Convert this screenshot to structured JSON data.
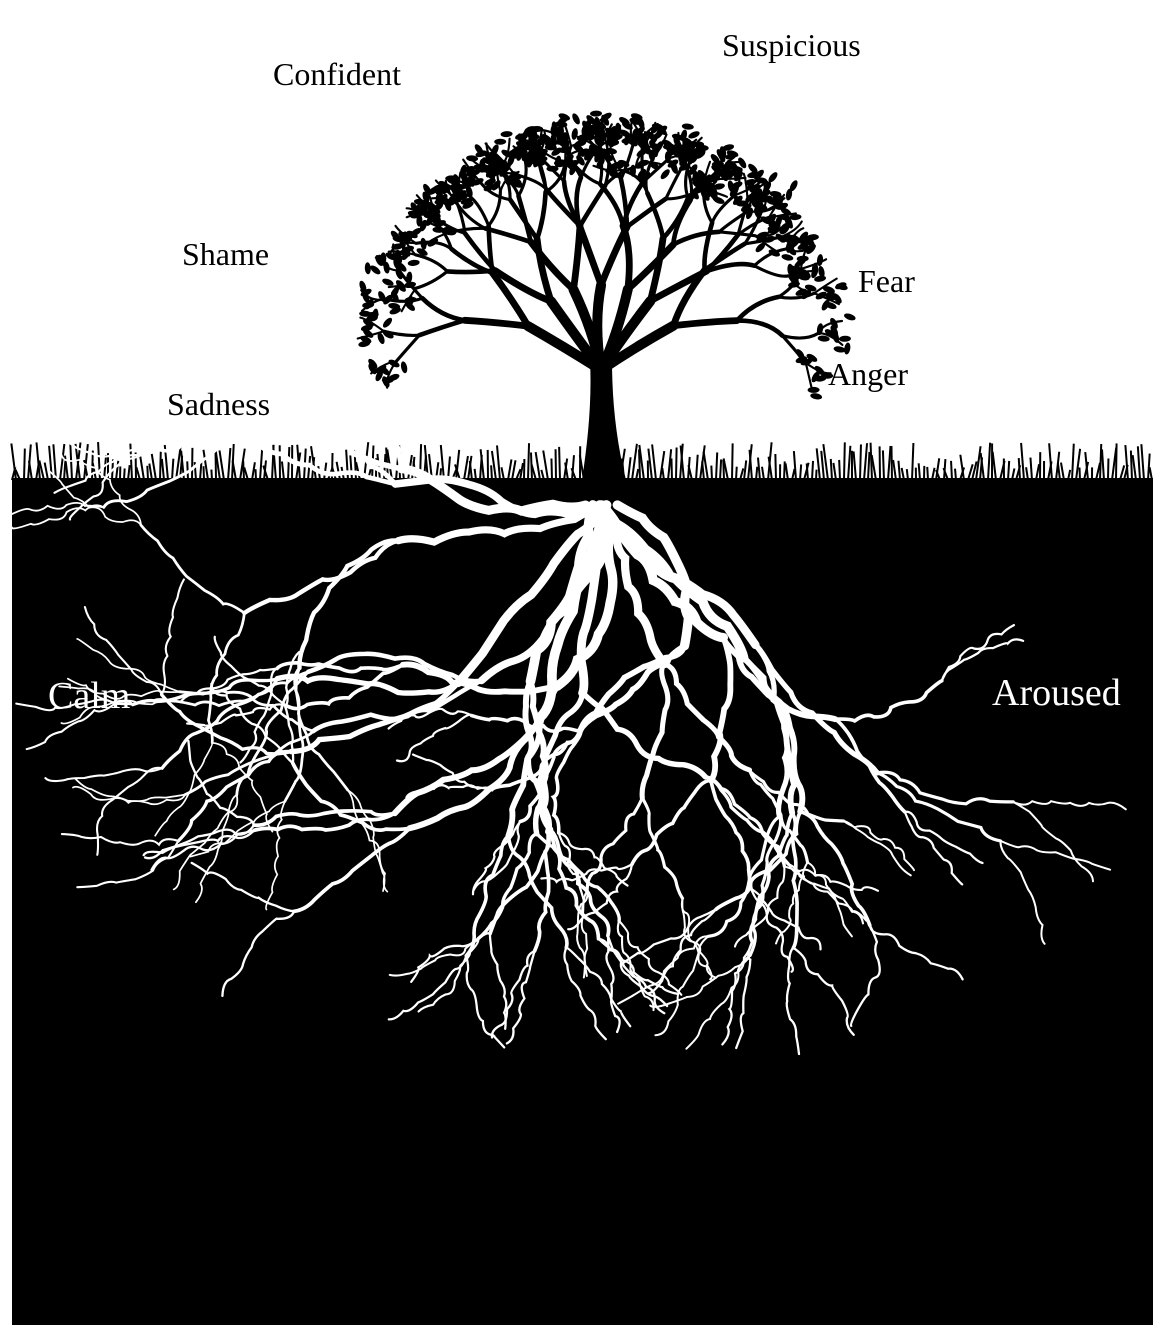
{
  "labels": {
    "crown": {
      "confident": "Confident",
      "suspicious": "Suspicious",
      "shame": "Shame",
      "fear": "Fear",
      "anger": "Anger",
      "sadness": "Sadness"
    },
    "roots": {
      "calm": "Calm",
      "aroused": "Aroused"
    }
  },
  "colors": {
    "sky": "#ffffff",
    "soil": "#000000",
    "tree": "#000000",
    "roots": "#ffffff",
    "crown_text": "#000000",
    "root_text": "#ffffff"
  }
}
